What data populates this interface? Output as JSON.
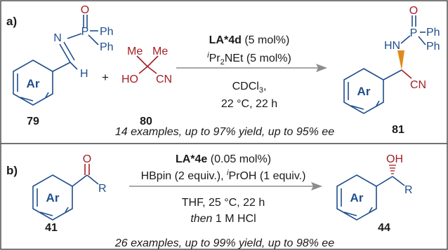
{
  "colors": {
    "blue": "#1f4e8c",
    "red": "#a31f24",
    "black": "#1a1a1a",
    "arrow": "#8c8c8c",
    "wedge": "#e08a1e",
    "frame": "#444444"
  },
  "panel_a": {
    "label": "a)",
    "reactant1": {
      "ring": "Ar",
      "P": "P",
      "O": "O",
      "Ph1": "Ph",
      "Ph2": "Ph",
      "N": "N",
      "H": "H",
      "number": "79"
    },
    "plus": "+",
    "reactant2": {
      "Me1": "Me",
      "Me2": "Me",
      "HO": "HO",
      "CN": "CN",
      "number": "80"
    },
    "conditions": {
      "catalyst_bold": "LA*4d",
      "catalyst_rest": " (5 mol%)",
      "base_prefix": "i",
      "base_main": "Pr",
      "base_sub": "2",
      "base_rest": "NEt (5 mol%)",
      "solvent_main": "CDCl",
      "solvent_sub": "3",
      "solvent_rest": ",",
      "temp_time": "22 °C, 22 h"
    },
    "product": {
      "ring": "Ar",
      "P": "P",
      "O": "O",
      "Ph1": "Ph",
      "Ph2": "Ph",
      "HN": "HN",
      "CN": "CN",
      "number": "81"
    },
    "summary": "14 examples, up to 97% yield, up to 95% ee"
  },
  "panel_b": {
    "label": "b)",
    "reactant": {
      "ring": "Ar",
      "O": "O",
      "R": "R",
      "number": "41"
    },
    "conditions": {
      "catalyst_bold": "LA*4e",
      "catalyst_rest": " (0.05 mol%)",
      "reagents_a": "HBpin (2 equiv.), ",
      "reagents_prefix": "i",
      "reagents_b": "PrOH (1 equiv.)",
      "line3": "THF, 25 °C, 22 h",
      "then_italic": "then",
      "then_rest": " 1 M HCl"
    },
    "product": {
      "ring": "Ar",
      "OH": "OH",
      "R": "R",
      "number": "44"
    },
    "summary": "26 examples, up to 99% yield, up to 98% ee"
  }
}
